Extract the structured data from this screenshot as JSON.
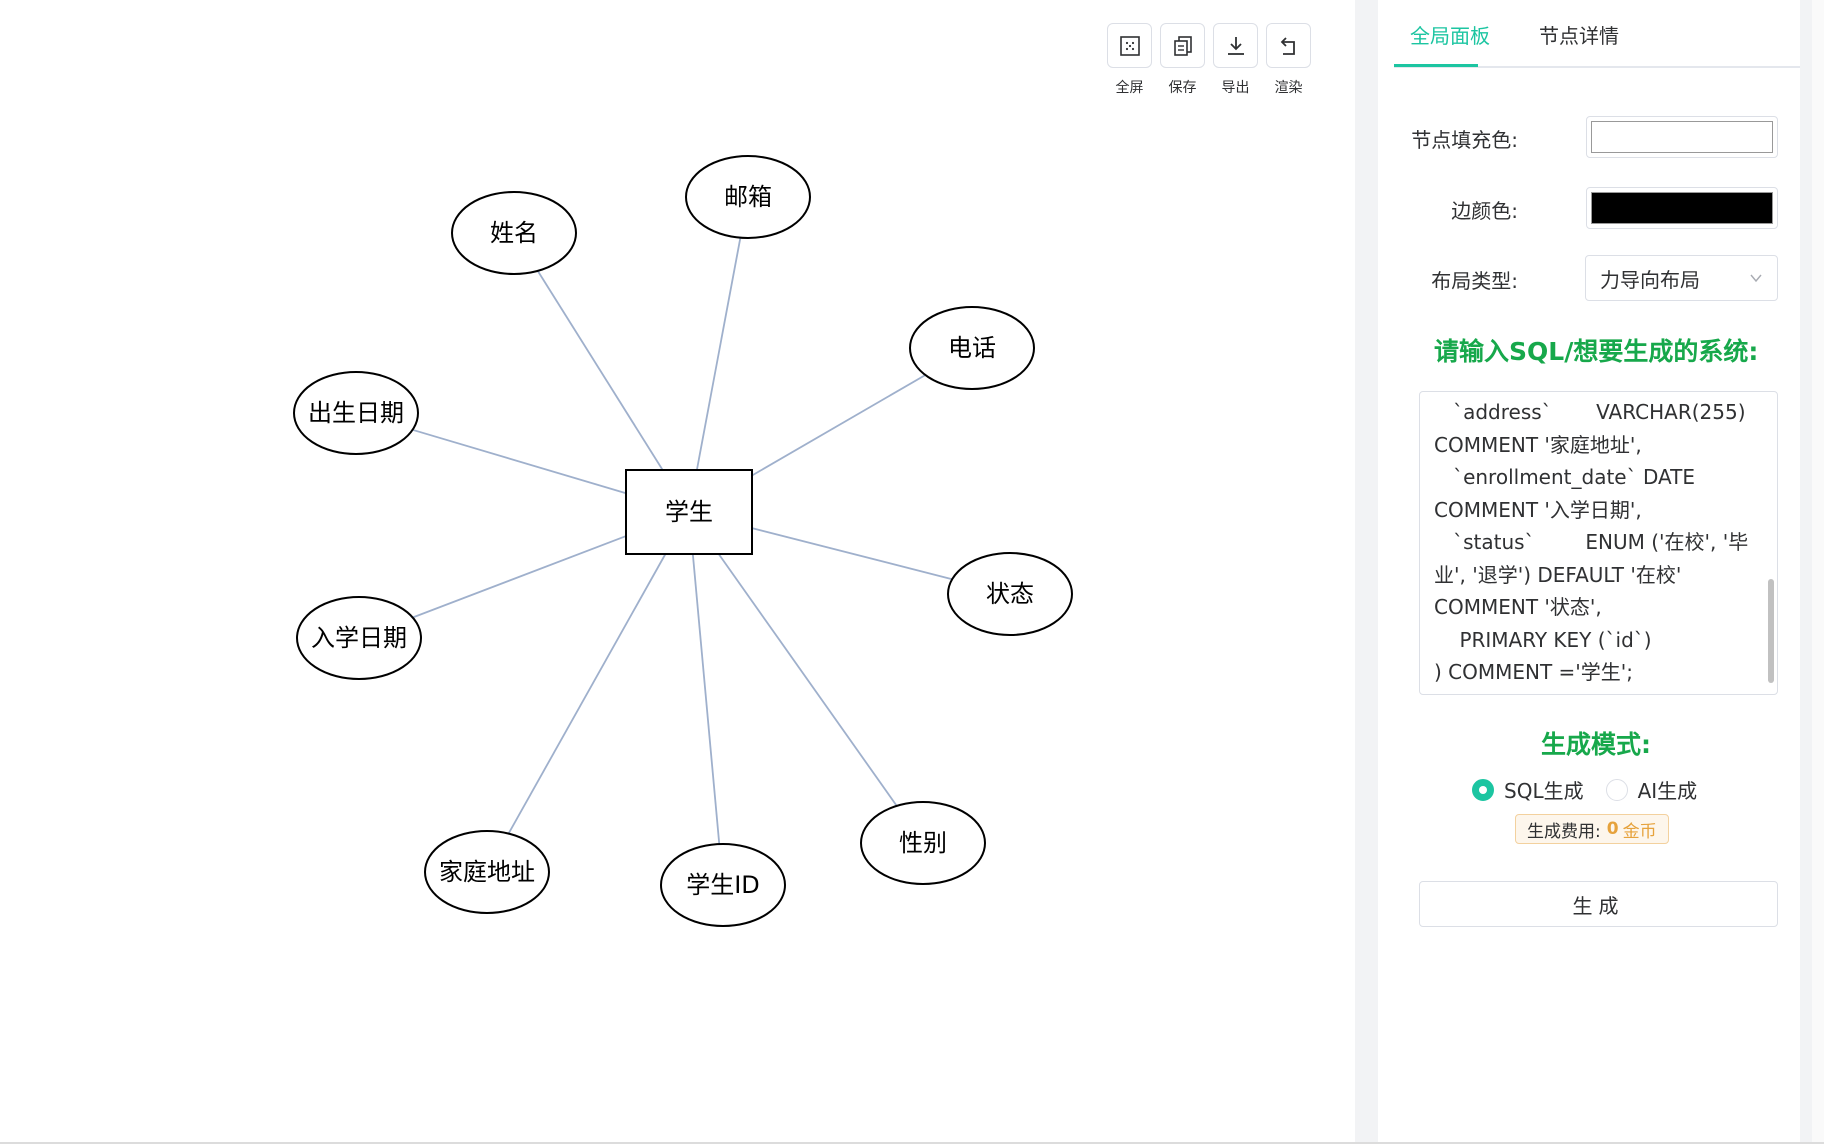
{
  "toolbar": {
    "tools": [
      {
        "label": "全屏",
        "icon": "fullscreen-icon"
      },
      {
        "label": "保存",
        "icon": "copy-save-icon"
      },
      {
        "label": "导出",
        "icon": "download-export-icon"
      },
      {
        "label": "渲染",
        "icon": "undo-render-icon"
      }
    ]
  },
  "diagram": {
    "entity": "学生",
    "attributes": [
      "邮箱",
      "姓名",
      "电话",
      "出生日期",
      "状态",
      "入学日期",
      "性别",
      "家庭地址",
      "学生ID"
    ],
    "node_fill": "#ffffff",
    "edge_color": "#9fb0cc",
    "border_color": "#000000"
  },
  "panel": {
    "tabs": {
      "global": "全局面板",
      "node": "节点详情"
    },
    "fill_label": "节点填充色:",
    "border_label": "边颜色:",
    "layout_label": "布局类型:",
    "layout_value": "力导向布局",
    "fill_color": "#ffffff",
    "border_color": "#000000",
    "accent": "#1cc5a1",
    "sql_heading": "请输入SQL/想要生成的系统:",
    "sql_text": "   `address`       VARCHAR(255) COMMENT '家庭地址',\n   `enrollment_date` DATE COMMENT '入学日期',\n   `status`        ENUM ('在校', '毕业', '退学') DEFAULT '在校' COMMENT '状态',\n    PRIMARY KEY (`id`)\n) COMMENT ='学生';",
    "mode_heading": "生成模式:",
    "mode_sql": "SQL生成",
    "mode_ai": "AI生成",
    "cost_label": "生成费用:",
    "cost_amount": "0",
    "cost_unit": "金币",
    "generate_label": "生成"
  }
}
